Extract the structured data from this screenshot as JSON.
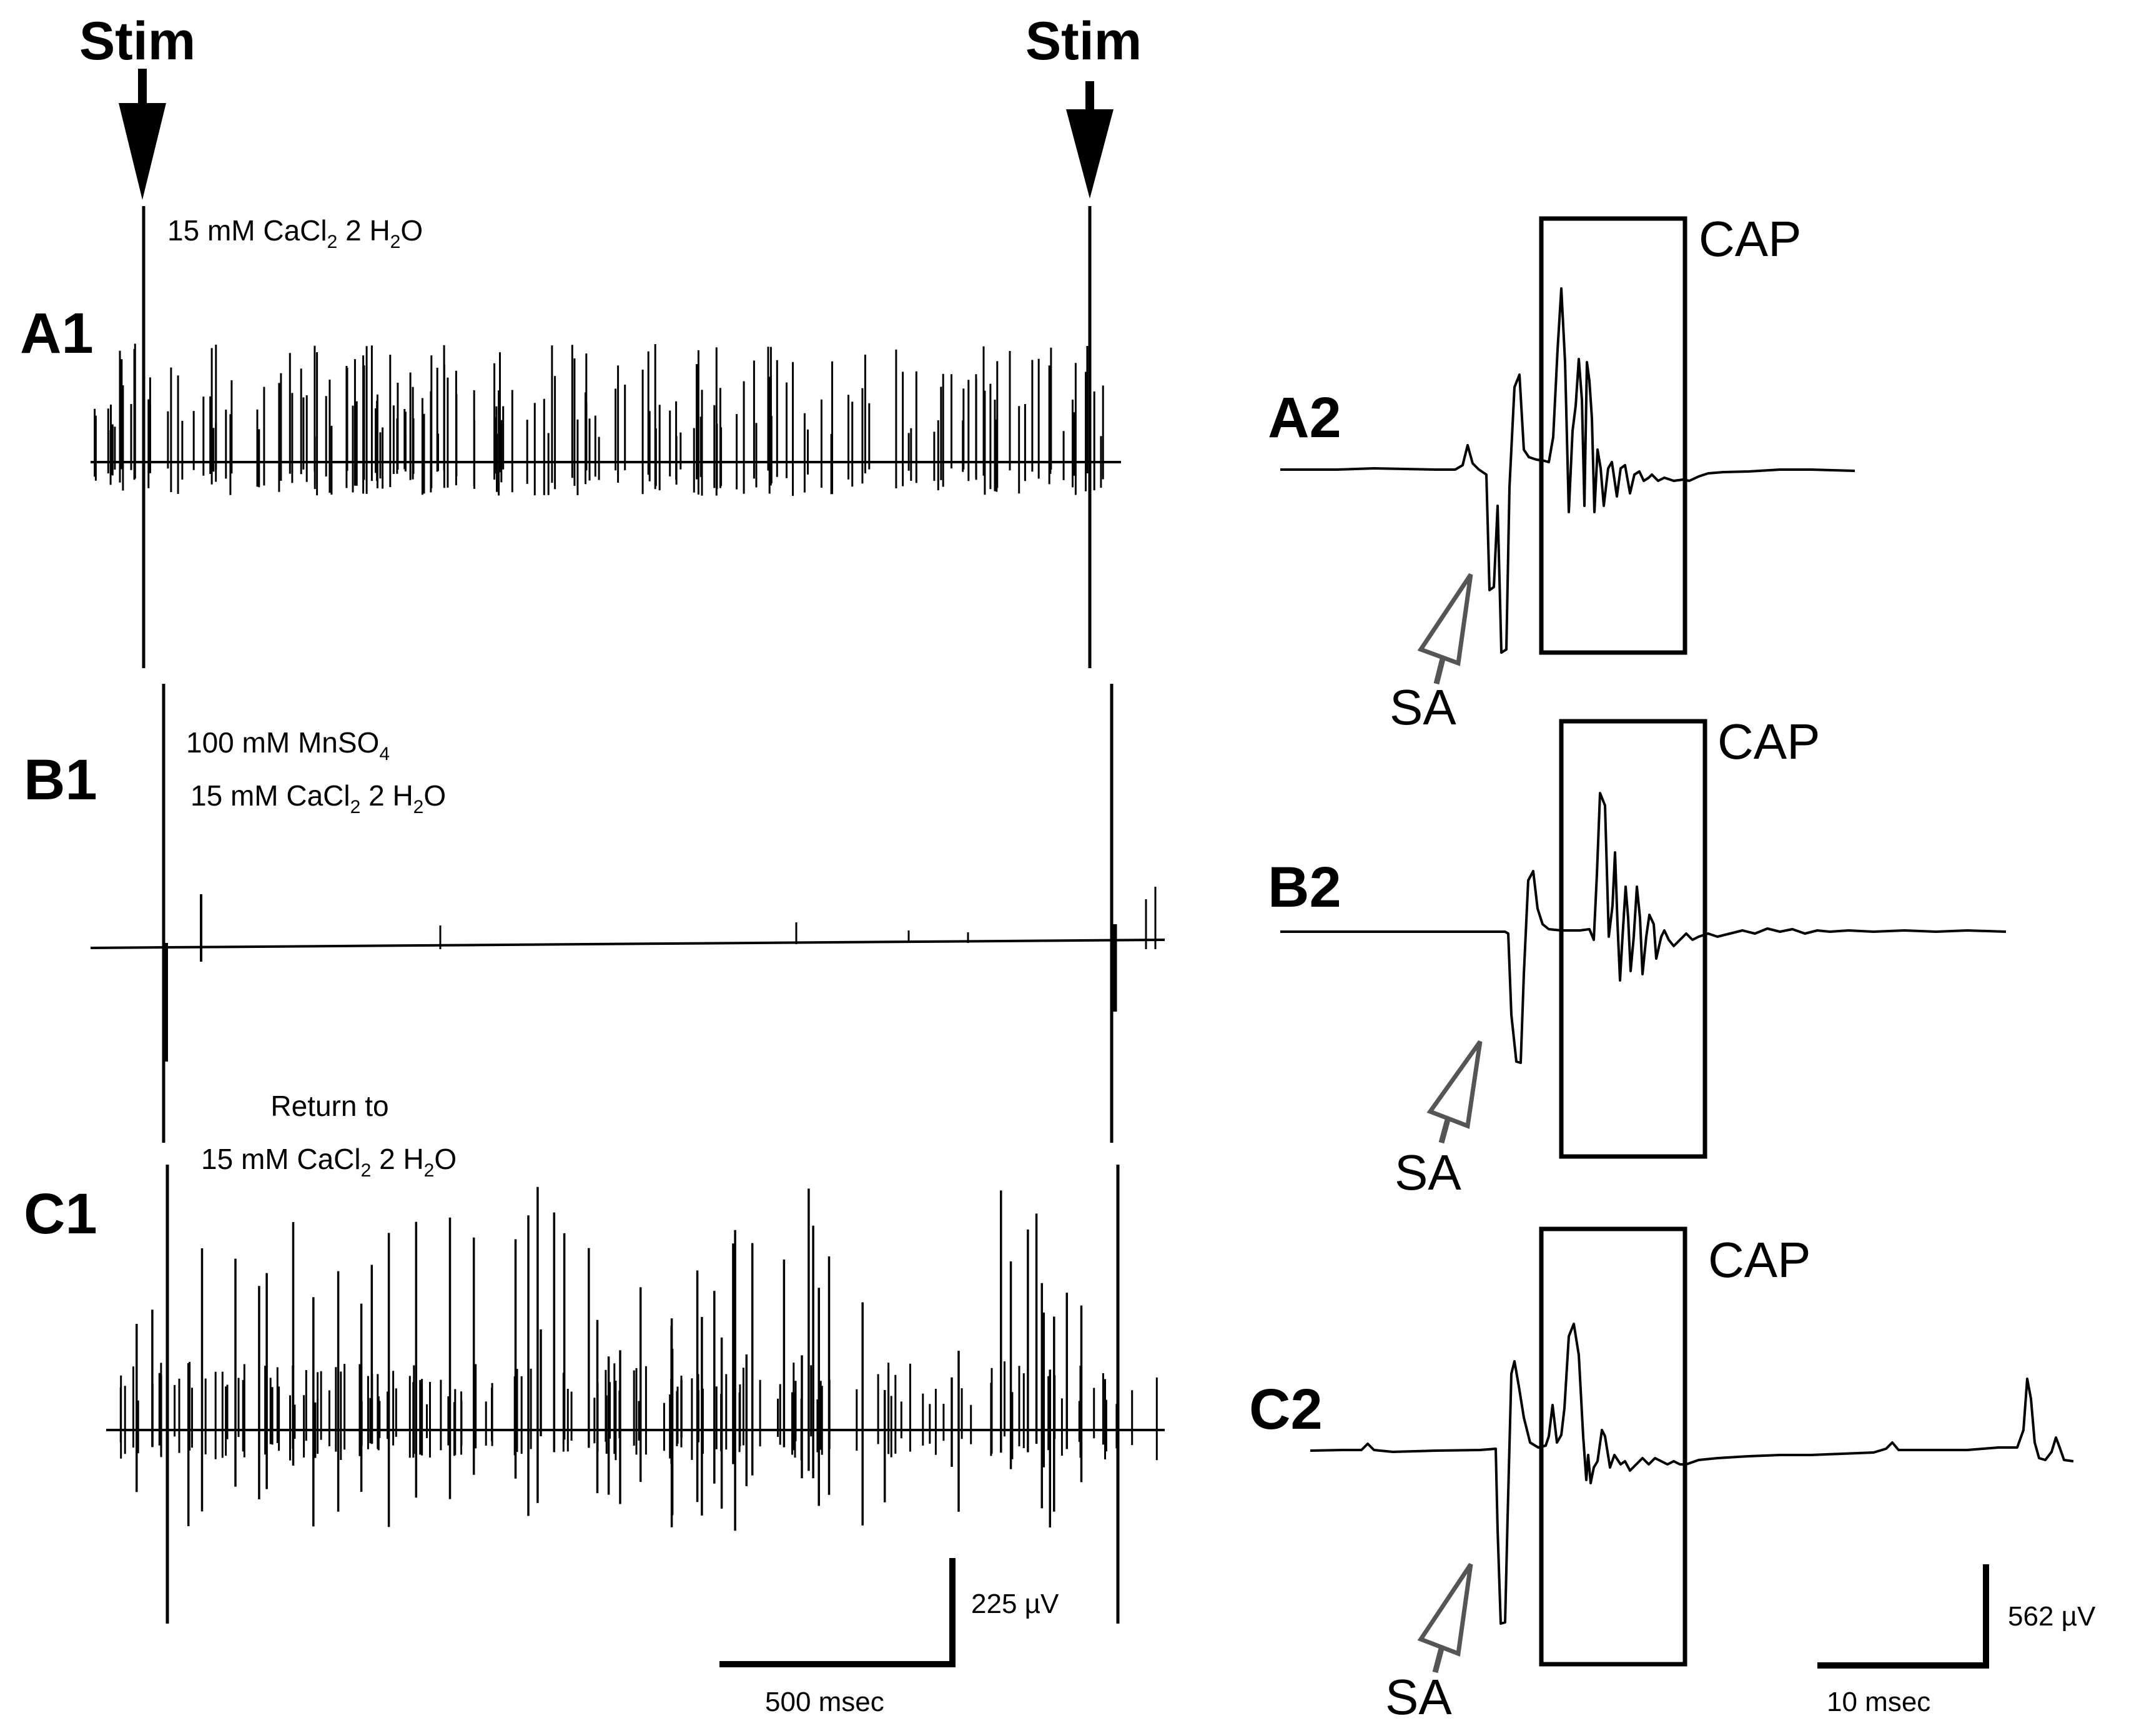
{
  "stim_label": "Stim",
  "left_panels": {
    "A1": {
      "label": "A1",
      "condition": [
        "15 mM CaCl",
        "2",
        " 2 H",
        "2",
        "O"
      ]
    },
    "B1": {
      "label": "B1",
      "condition_line1": [
        "100 mM MnSO",
        "4"
      ],
      "condition_line2": [
        "15 mM CaCl",
        "2",
        " 2 H",
        "2",
        "O"
      ]
    },
    "C1": {
      "label": "C1",
      "condition_line1": "Return to",
      "condition_line2": [
        "15 mM CaCl",
        "2",
        " 2 H",
        "2",
        "O"
      ]
    }
  },
  "right_panels": {
    "A2": {
      "label": "A2",
      "box_label": "CAP",
      "arrow_label": "SA"
    },
    "B2": {
      "label": "B2",
      "box_label": "CAP",
      "arrow_label": "SA"
    },
    "C2": {
      "label": "C2",
      "box_label": "CAP",
      "arrow_label": "SA"
    }
  },
  "scale_bars": {
    "left_voltage": "225 µV",
    "left_time": "500 msec",
    "right_voltage": "562 µV",
    "right_time": "10 msec"
  }
}
